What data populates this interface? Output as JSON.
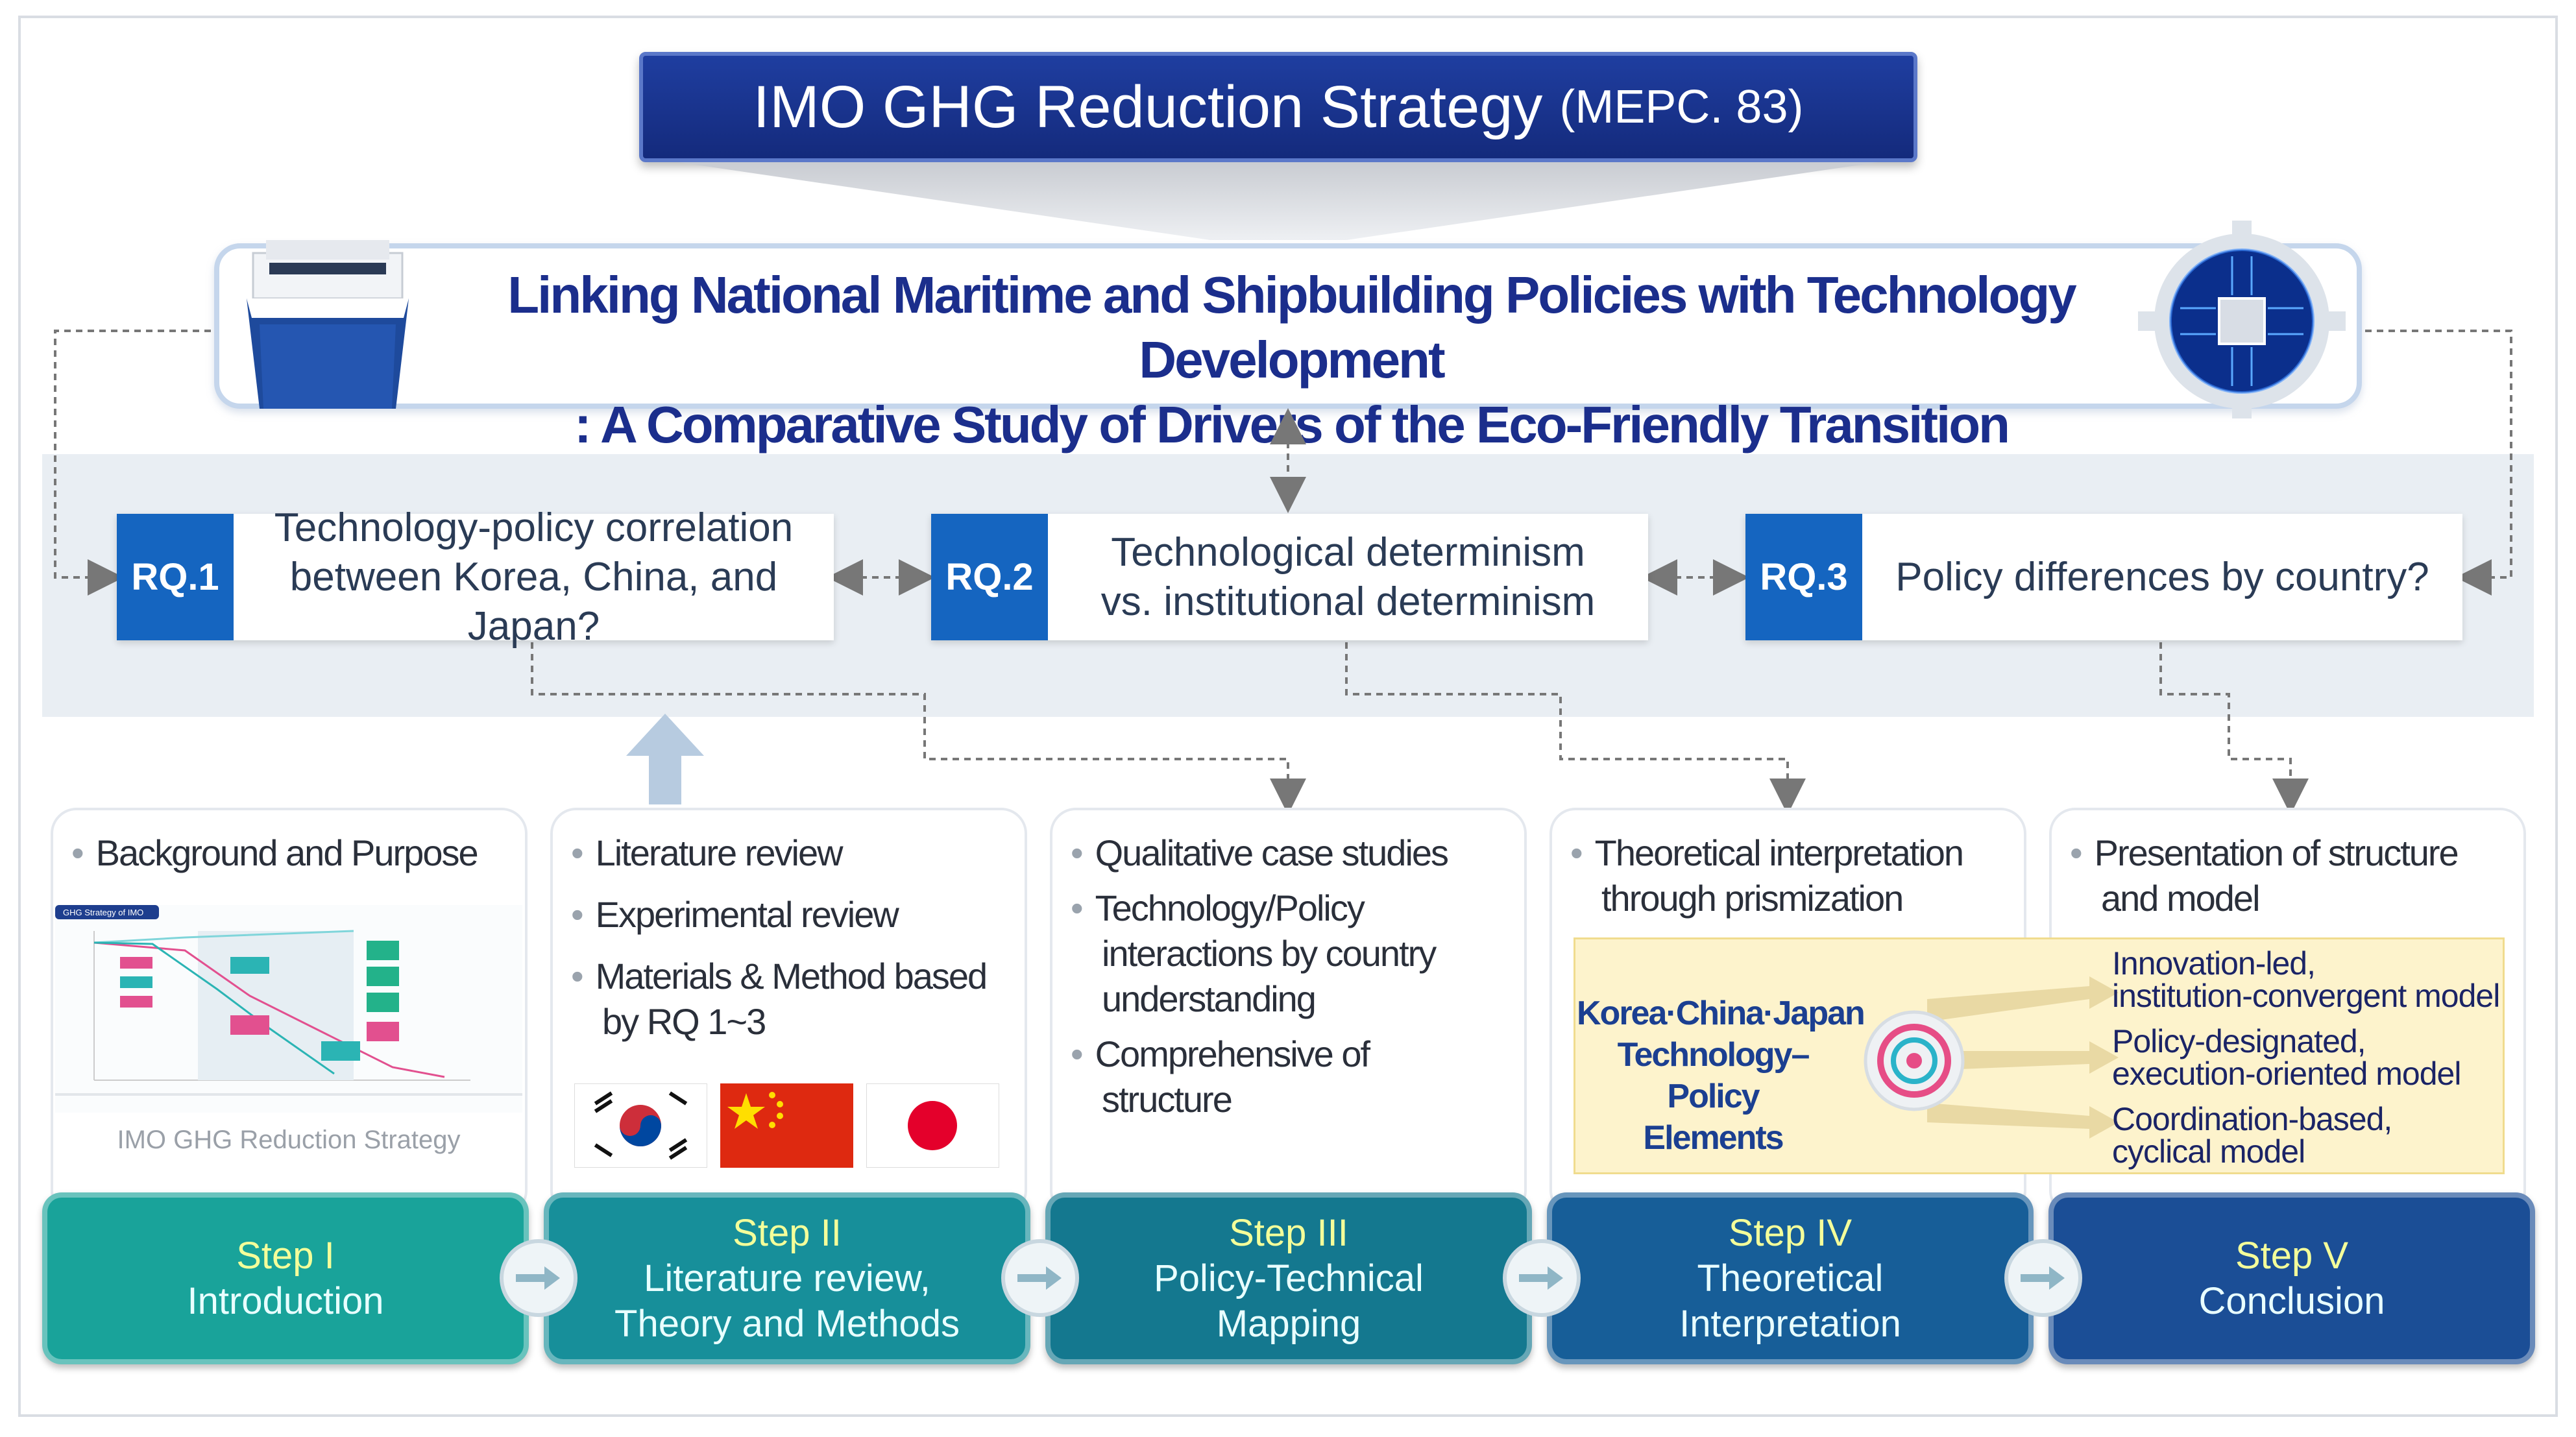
{
  "title": {
    "main": "IMO GHG Reduction Strategy",
    "sub": "(MEPC. 83)"
  },
  "study": {
    "line1": "Linking National Maritime and Shipbuilding Policies with Technology Development",
    "line2": ": A Comparative Study of Drivers of the Eco-Friendly Transition"
  },
  "rqs": [
    {
      "tag": "RQ.1",
      "line1": "Technology-policy correlation",
      "line2": "between Korea, China, and Japan?"
    },
    {
      "tag": "RQ.2",
      "line1": "Technological determinism",
      "line2": "vs. institutional determinism"
    },
    {
      "tag": "RQ.3",
      "line1": "Policy differences by country?",
      "line2": ""
    }
  ],
  "cards": {
    "c1": {
      "bullets": [
        "Background and Purpose"
      ],
      "caption": "IMO GHG Reduction Strategy",
      "thumb_title": "GHG Strategy of IMO"
    },
    "c2": {
      "bullets": [
        "Literature review",
        "Experimental review",
        "Materials & Method based",
        "by RQ 1~3"
      ]
    },
    "c3": {
      "bullets": [
        "Qualitative case studies",
        "Technology/Policy",
        "interactions by country",
        "understanding",
        "Comprehensive of",
        "structure"
      ]
    },
    "c4": {
      "bullets": [
        "Theoretical interpretation",
        "through prismization"
      ]
    },
    "c5": {
      "bullets": [
        "Presentation of structure",
        "and model"
      ]
    }
  },
  "prism": {
    "elements_l1": "Korea·China·Japan",
    "elements_l2": "Technology–Policy",
    "elements_l3": "Elements",
    "models": [
      {
        "l1": "Innovation-led,",
        "l2": "institution-convergent model"
      },
      {
        "l1": "Policy-designated,",
        "l2": "execution-oriented model"
      },
      {
        "l1": "Coordination-based,",
        "l2": "cyclical model"
      }
    ]
  },
  "steps": [
    {
      "num": "Step I",
      "l1": "Introduction",
      "l2": "",
      "color": "#19a39a"
    },
    {
      "num": "Step II",
      "l1": "Literature review,",
      "l2": "Theory and Methods",
      "color": "#178f9a"
    },
    {
      "num": "Step III",
      "l1": "Policy-Technical",
      "l2": "Mapping",
      "color": "#14788f"
    },
    {
      "num": "Step IV",
      "l1": "Theoretical",
      "l2": "Interpretation",
      "color": "#175e98"
    },
    {
      "num": "Step V",
      "l1": "Conclusion",
      "l2": "",
      "color": "#1b4e96"
    }
  ]
}
